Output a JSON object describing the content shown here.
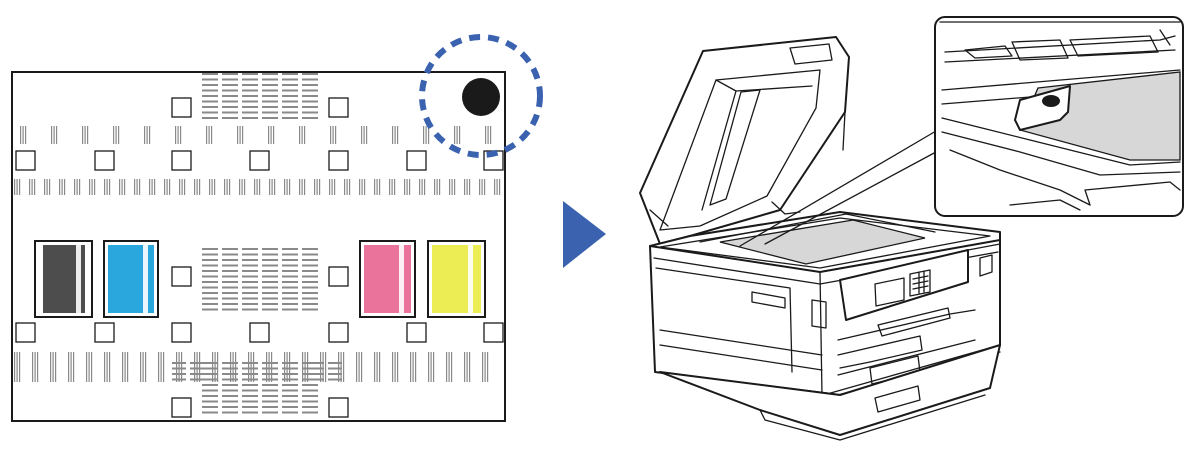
{
  "figure": {
    "description_free": true
  },
  "colors": {
    "black_patch": "#4d4d4d",
    "cyan_patch": "#2aa7dd",
    "magenta_patch": "#e9739b",
    "yellow_patch": "#ecec55",
    "arrow": "#3a62ae",
    "highlight_circle": "#3a62ae",
    "glass": "#d7d7d7",
    "outline": "#1a1a1a"
  },
  "icons": {
    "arrow": "play-triangle-icon",
    "marker": "filled-circle-icon"
  },
  "sheet": {
    "color_patches": [
      "black",
      "cyan",
      "magenta",
      "yellow"
    ]
  }
}
